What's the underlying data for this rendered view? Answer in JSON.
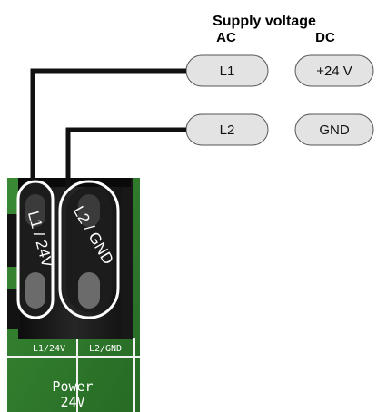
{
  "header": {
    "title": "Supply voltage",
    "ac_label": "AC",
    "dc_label": "DC"
  },
  "terminals": {
    "ac_1": "L1",
    "ac_2": "L2",
    "dc_1": "+24 V",
    "dc_2": "GND"
  },
  "wires": {
    "left": "L1 / 24V",
    "right": "L2 / GND"
  },
  "board": {
    "pin_1": "L1/24V",
    "pin_2": "L2/GND",
    "label_line1": "Power",
    "label_line2": "24V"
  },
  "colors": {
    "pcb_green": "#2f7a2c",
    "terminal_black": "#1b1b1b",
    "pill_fill": "#e3e3e3",
    "wire": "#111111"
  }
}
